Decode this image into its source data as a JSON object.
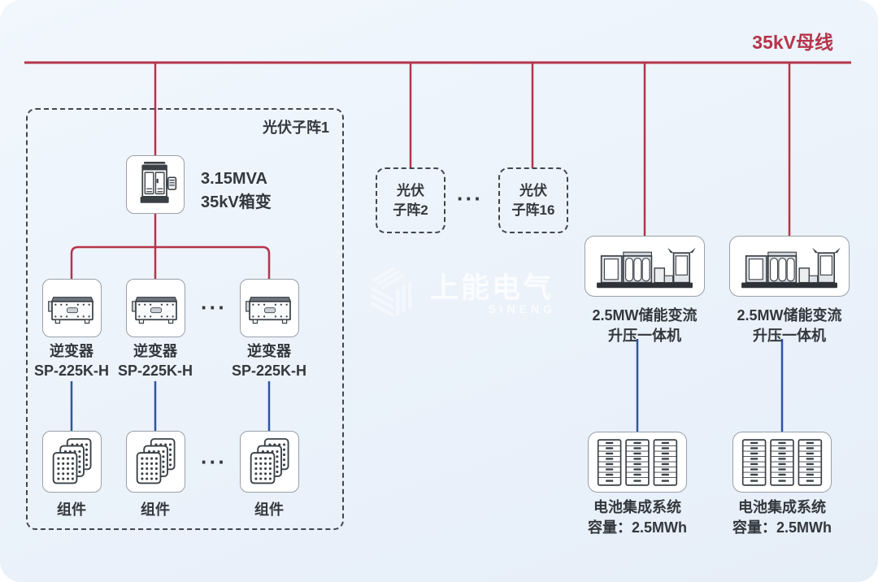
{
  "busbar": {
    "label": "35kV母线"
  },
  "ellipsis": "···",
  "pv_array1": {
    "label": "光伏子阵1",
    "transformer": {
      "line1": "3.15MVA",
      "line2": "35kV箱变"
    },
    "inverter": {
      "name": "逆变器",
      "model": "SP-225K-H"
    },
    "module_label": "组件"
  },
  "pv_array2": {
    "line1": "光伏",
    "line2": "子阵2"
  },
  "pv_array16": {
    "line1": "光伏",
    "line2": "子阵16"
  },
  "storage": {
    "conv_line1": "2.5MW储能变流",
    "conv_line2": "升压一体机",
    "batt_line1": "电池集成系统",
    "batt_line2": "容量：2.5MWh"
  },
  "watermark": {
    "brand": "上能电气",
    "latin": "SINENG"
  },
  "colors": {
    "bus_red": "#b5344a",
    "dc_blue": "#2f54a8",
    "background": "#ecf3fb",
    "text": "#33383d"
  }
}
